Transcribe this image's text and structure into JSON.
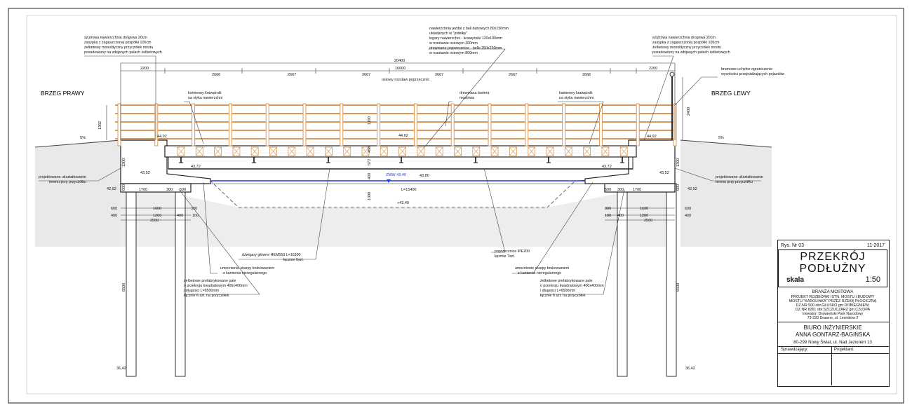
{
  "drawing": {
    "banks": {
      "right": "BRZEG PRAWY",
      "left": "BRZEG LEWY"
    },
    "callouts": {
      "deck_top_left": [
        "szutrowa nawierzchnia drogowa 20cm",
        "zasypka z zagęszczonej pospółki 105cm",
        "żelbetowy monolityczny przyczółek mostu",
        "posadowiony na wbijanych palach żelbetowych"
      ],
      "deck_top_center": [
        "nawierzchnia jezdni z bali dębowych 80x150mm",
        "układanych w \"jodełkę\"",
        "legary nawierzchni - krawężniki 120x100mm",
        "w rozstawie osiowym 200mm",
        "drewniane poprzecznice - belki 250x250mm",
        "w rozstawie osiowym 800mm"
      ],
      "deck_top_right": [
        "szutrowa nawierzchnia drogowa 20cm",
        "zasypka z zagęszczonej pospółki 105cm",
        "żelbetowy monolityczny przyczółek mostu",
        "posadowiony na wbijanych palach żelbetowych"
      ],
      "gate": [
        "bramowe uchylne ograniczenie",
        "wysokości przejeżdżających pojazdów"
      ],
      "curb_left": [
        "kamienny krawężnik",
        "na styku nawierzchni"
      ],
      "curb_right": [
        "kamienny krawężnik",
        "na styku nawierzchni"
      ],
      "barrier": [
        "drewniana bariera",
        "mostowa"
      ],
      "terrain_left": [
        "projektowane ukształtowanie",
        "terenu przy przyczółku"
      ],
      "terrain_right": [
        "projektowane ukształtowanie",
        "terenu przy przyczółku"
      ],
      "girders": [
        "dźwigary główne HEM550 L=16300",
        "łącznie 6szt."
      ],
      "crossbeams": [
        "poprzecznice IPE200",
        "łącznie 7szt."
      ],
      "slope_left": [
        "umocnienie skarpy brukowaniem",
        "z kamienia nieregularnego"
      ],
      "slope_right": [
        "umocnienie skarpy brukowaniem",
        "z kamienia nieregularnego"
      ],
      "piles_left": [
        "żelbetowe prefabrykowane pale",
        "o przekroju kwadratowym 400x400mm",
        "i długości L=6500mm",
        "łącznie 6 szt. na przyczółek"
      ],
      "piles_right": [
        "żelbetowe prefabrykowane pale",
        "o przekroju kwadratowym 400x400mm",
        "i długości L=6500mm",
        "łącznie 6 szt. na przyczółek"
      ],
      "spacing": "osiowy rozstaw poprzecznic"
    },
    "dims": {
      "total": "20400",
      "span": "16000",
      "abut_left": "2200",
      "abut_right": "2200",
      "bays": [
        "2666",
        "2667",
        "2667",
        "2667",
        "2667",
        "2666"
      ],
      "bridge_h": "1362",
      "gate_h": "2400",
      "rail_h": "1190",
      "deck": [
        "450",
        "572",
        "400",
        "1000"
      ],
      "l_clear": "L=15400",
      "pile_len": "6500",
      "left_bottom": [
        "1700",
        "300",
        "500",
        "1600",
        "300",
        "600",
        "400",
        "1200",
        "400",
        "100",
        "2500"
      ],
      "right_bottom": [
        "500",
        "300",
        "1700",
        "300",
        "1600",
        "600",
        "100",
        "400",
        "1200",
        "400",
        "2500"
      ],
      "abut_small": [
        "1300",
        "600"
      ]
    },
    "levels": {
      "deck": "44,92",
      "top_left": "44,92",
      "top_right": "44,92",
      "seat": "43,72",
      "sill": "43,52",
      "under": "43,80",
      "water": "ZWW 43,40",
      "bed": "+42,40",
      "ground": "42,92",
      "pile_toe": "36,42"
    },
    "slope": "5%"
  },
  "title_block": {
    "sheet_no": "Rys. Nr 03",
    "date": "11-2017",
    "title_1": "PRZEKRÓJ",
    "title_2": "PODŁUŻNY",
    "scale_label": "skala",
    "scale_value": "1:50",
    "branch": "BRANŻA MOSTOWA",
    "project_lines": [
      "PROJEKT ROZBIÓRKI ISTN. MOSTU I BUDOWY",
      "MOSTU \"KAROLINKA\" PRZEZ RZEKĘ PŁOCICZNĄ",
      "DZ.NR 500 obr.GŁUSKO gm.DOBIEGNIEW;",
      "DZ.NR 8261 obr.SZCZUCZARZ gm.CZŁOPA",
      "Inwestor: Drawieński Park Narodowy",
      "73-220 Drawno, ul. Leśników 2"
    ],
    "office_1": "BIURO INŻYNIERSKIE",
    "office_2": "ANNA GONTARZ-BAGIŃSKA",
    "office_addr": "80-299 Nowy Świat, ul. Nad Jeziorem 13",
    "checked": "Sprawdzający:",
    "designer": "Projektant:"
  },
  "colors": {
    "line": "#222222",
    "water": "#1a3fd0",
    "timber": "#d89a5a",
    "ground": "#e9e9e9"
  }
}
